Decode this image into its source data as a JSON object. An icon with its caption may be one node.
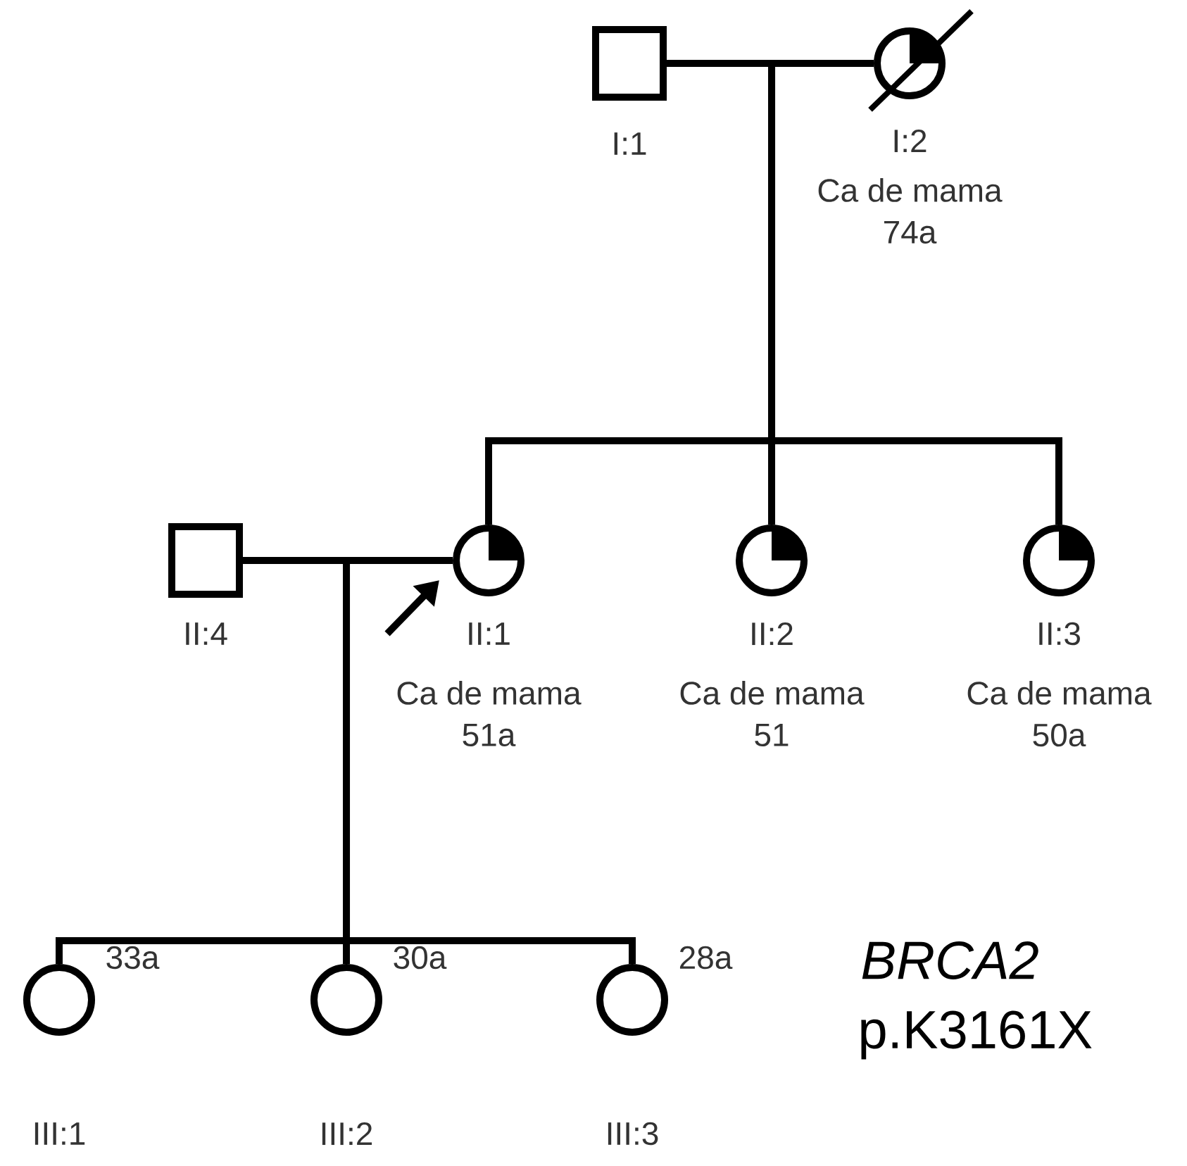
{
  "diagram": {
    "nodes": [
      {
        "text": [],
        "shape": "box",
        "beside": [
          "I:1"
        ]
      },
      {
        "text": [],
        "shape": "circle",
        "beside": [
          "I:2",
          "Ca de mama",
          "74a"
        ]
      },
      {
        "text": [],
        "shape": "box",
        "beside": [
          "II:4"
        ]
      },
      {
        "text": [],
        "shape": "circle",
        "beside": [
          "II:1",
          "Ca de mama",
          "51a"
        ]
      },
      {
        "text": [],
        "shape": "circle",
        "beside": [
          "II:2",
          "Ca de mama",
          "51"
        ]
      },
      {
        "text": [],
        "shape": "circle",
        "beside": [
          "II:3",
          "Ca de mama",
          "50a"
        ]
      },
      {
        "text": [],
        "shape": "circle",
        "beside": [
          "III:1",
          "33a"
        ]
      },
      {
        "text": [],
        "shape": "circle",
        "beside": [
          "III:2",
          "30a"
        ]
      },
      {
        "text": [],
        "shape": "circle",
        "beside": [
          "III:3",
          "28a"
        ]
      }
    ],
    "edges": [
      {
        "from": 0,
        "to": 1,
        "arrow": "none"
      },
      {
        "from": null,
        "to": 3,
        "arrow": "none"
      },
      {
        "from": null,
        "to": 4,
        "arrow": "none"
      },
      {
        "from": null,
        "to": 5,
        "arrow": "none"
      },
      {
        "from": 2,
        "to": 3,
        "arrow": "none"
      },
      {
        "from": null,
        "to": 6,
        "arrow": "none"
      },
      {
        "from": null,
        "to": 7,
        "arrow": "none"
      },
      {
        "from": null,
        "to": 8,
        "arrow": "none"
      }
    ],
    "labels": [
      "BRCA2",
      "p.K3161X"
    ]
  }
}
